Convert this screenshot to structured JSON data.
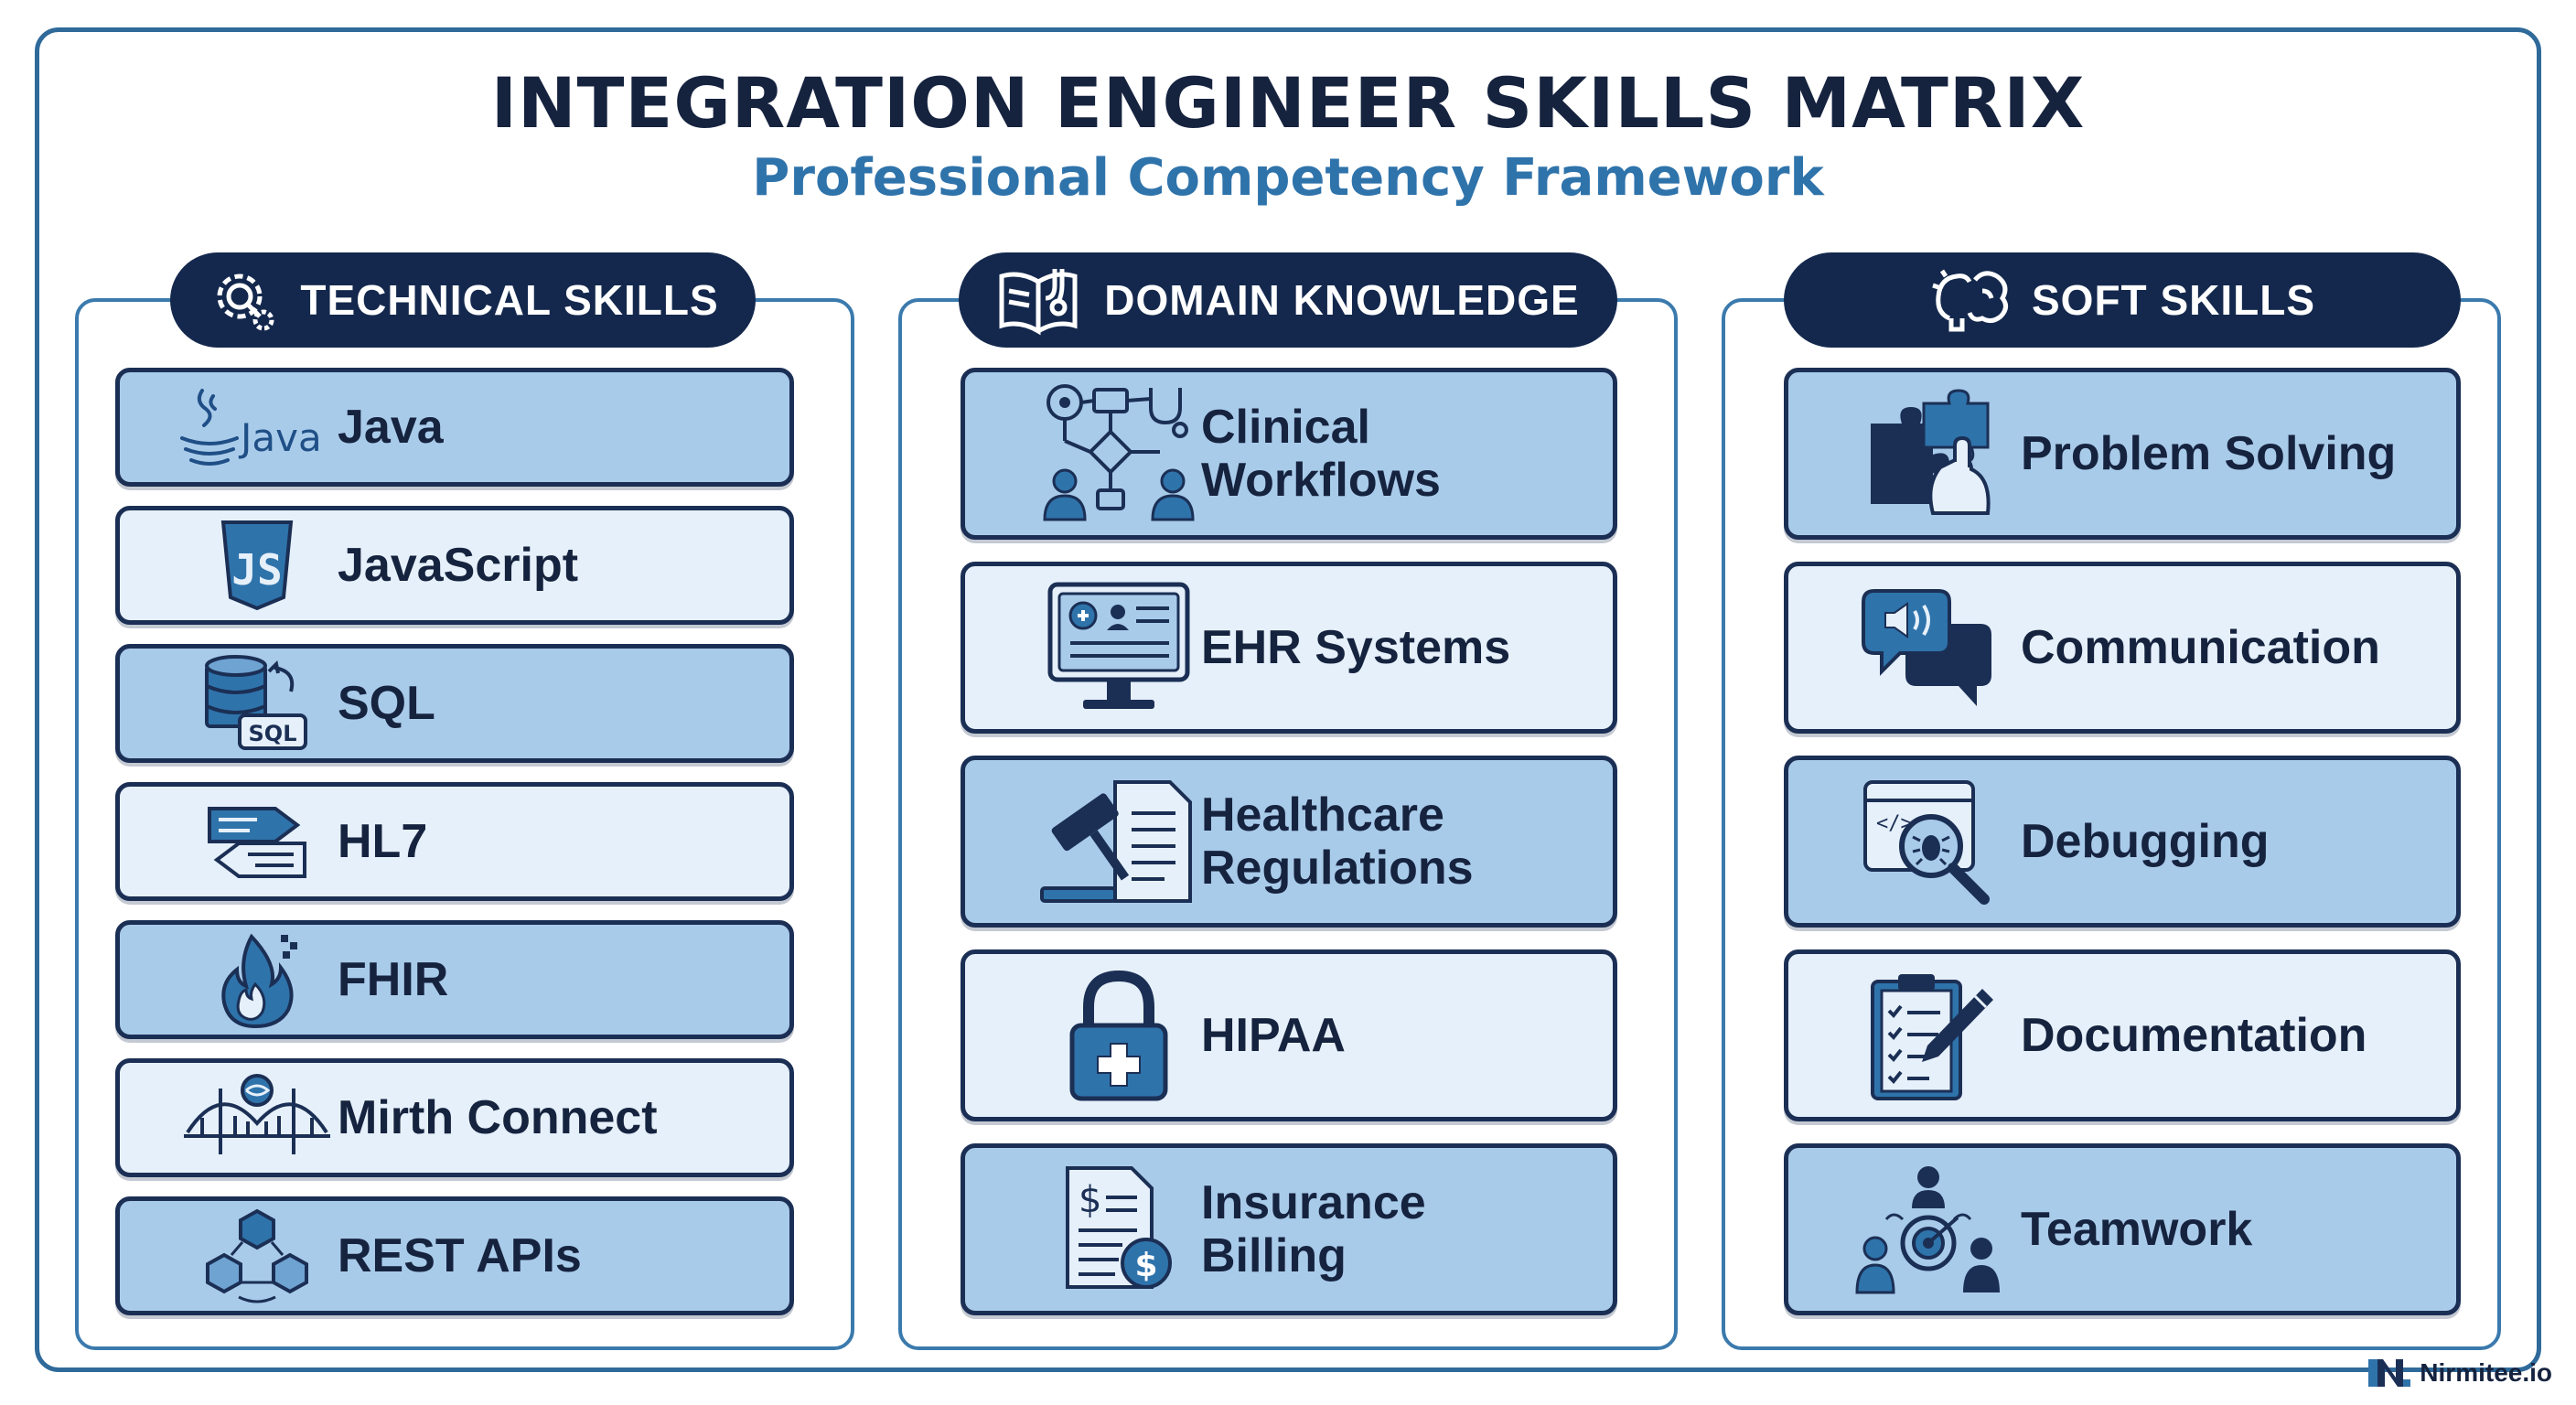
{
  "title": "INTEGRATION ENGINEER SKILLS MATRIX",
  "subtitle": "Professional Competency Framework",
  "columns": [
    {
      "header": "TECHNICAL SKILLS",
      "header_icon": "gear-magnifier-icon",
      "items": [
        {
          "label": "Java",
          "icon": "java-icon",
          "icon_text": "Java"
        },
        {
          "label": "JavaScript",
          "icon": "javascript-shield-icon",
          "icon_text": "JS"
        },
        {
          "label": "SQL",
          "icon": "database-icon",
          "icon_text": "SQL"
        },
        {
          "label": "HL7",
          "icon": "message-exchange-icon"
        },
        {
          "label": "FHIR",
          "icon": "fhir-flame-icon"
        },
        {
          "label": "Mirth Connect",
          "icon": "bridge-icon"
        },
        {
          "label": "REST APIs",
          "icon": "cubes-network-icon"
        }
      ]
    },
    {
      "header": "DOMAIN KNOWLEDGE",
      "header_icon": "book-stethoscope-icon",
      "items": [
        {
          "label_lines": [
            "Clinical",
            "Workflows"
          ],
          "icon": "clinical-workflow-icon"
        },
        {
          "label_lines": [
            "EHR Systems"
          ],
          "icon": "ehr-monitor-icon"
        },
        {
          "label_lines": [
            "Healthcare",
            "Regulations"
          ],
          "icon": "gavel-document-icon"
        },
        {
          "label_lines": [
            "HIPAA"
          ],
          "icon": "padlock-cross-icon"
        },
        {
          "label_lines": [
            "Insurance",
            "Billing"
          ],
          "icon": "invoice-dollar-icon"
        }
      ]
    },
    {
      "header": "SOFT SKILLS",
      "header_icon": "brain-bulb-icon",
      "items": [
        {
          "label": "Problem Solving",
          "icon": "puzzle-hand-icon"
        },
        {
          "label": "Communication",
          "icon": "speech-bubbles-icon"
        },
        {
          "label": "Debugging",
          "icon": "bug-magnifier-icon"
        },
        {
          "label": "Documentation",
          "icon": "clipboard-pen-icon"
        },
        {
          "label": "Teamwork",
          "icon": "team-target-icon"
        }
      ]
    }
  ],
  "brand": "Nirmitee.io",
  "colors": {
    "navy": "#14284d",
    "card_dark": "#a9cbea",
    "card_light": "#e6f0fa",
    "accent_blue": "#2f73ab",
    "frame": "#2f6a9a"
  }
}
